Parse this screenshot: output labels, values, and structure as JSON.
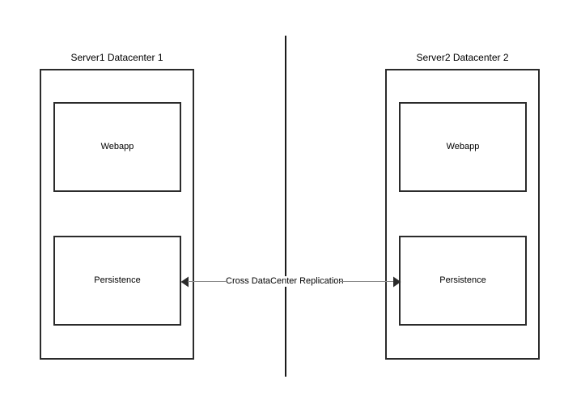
{
  "diagram": {
    "background_color": "#ffffff",
    "stroke_color": "#2b2b2b",
    "connector_color": "#888888",
    "divider": {
      "name": "datacenter-boundary-divider",
      "orientation": "vertical"
    },
    "datacenters": [
      {
        "title": "Server1 Datacenter 1",
        "components": [
          {
            "label": "Webapp"
          },
          {
            "label": "Persistence"
          }
        ]
      },
      {
        "title": "Server2 Datacenter 2",
        "components": [
          {
            "label": "Webapp"
          },
          {
            "label": "Persistence"
          }
        ]
      }
    ],
    "connector": {
      "label": "Cross DataCenter Replication",
      "arrow_left": "arrow-left-icon",
      "arrow_right": "arrow-right-icon",
      "direction": "bidirectional"
    }
  }
}
